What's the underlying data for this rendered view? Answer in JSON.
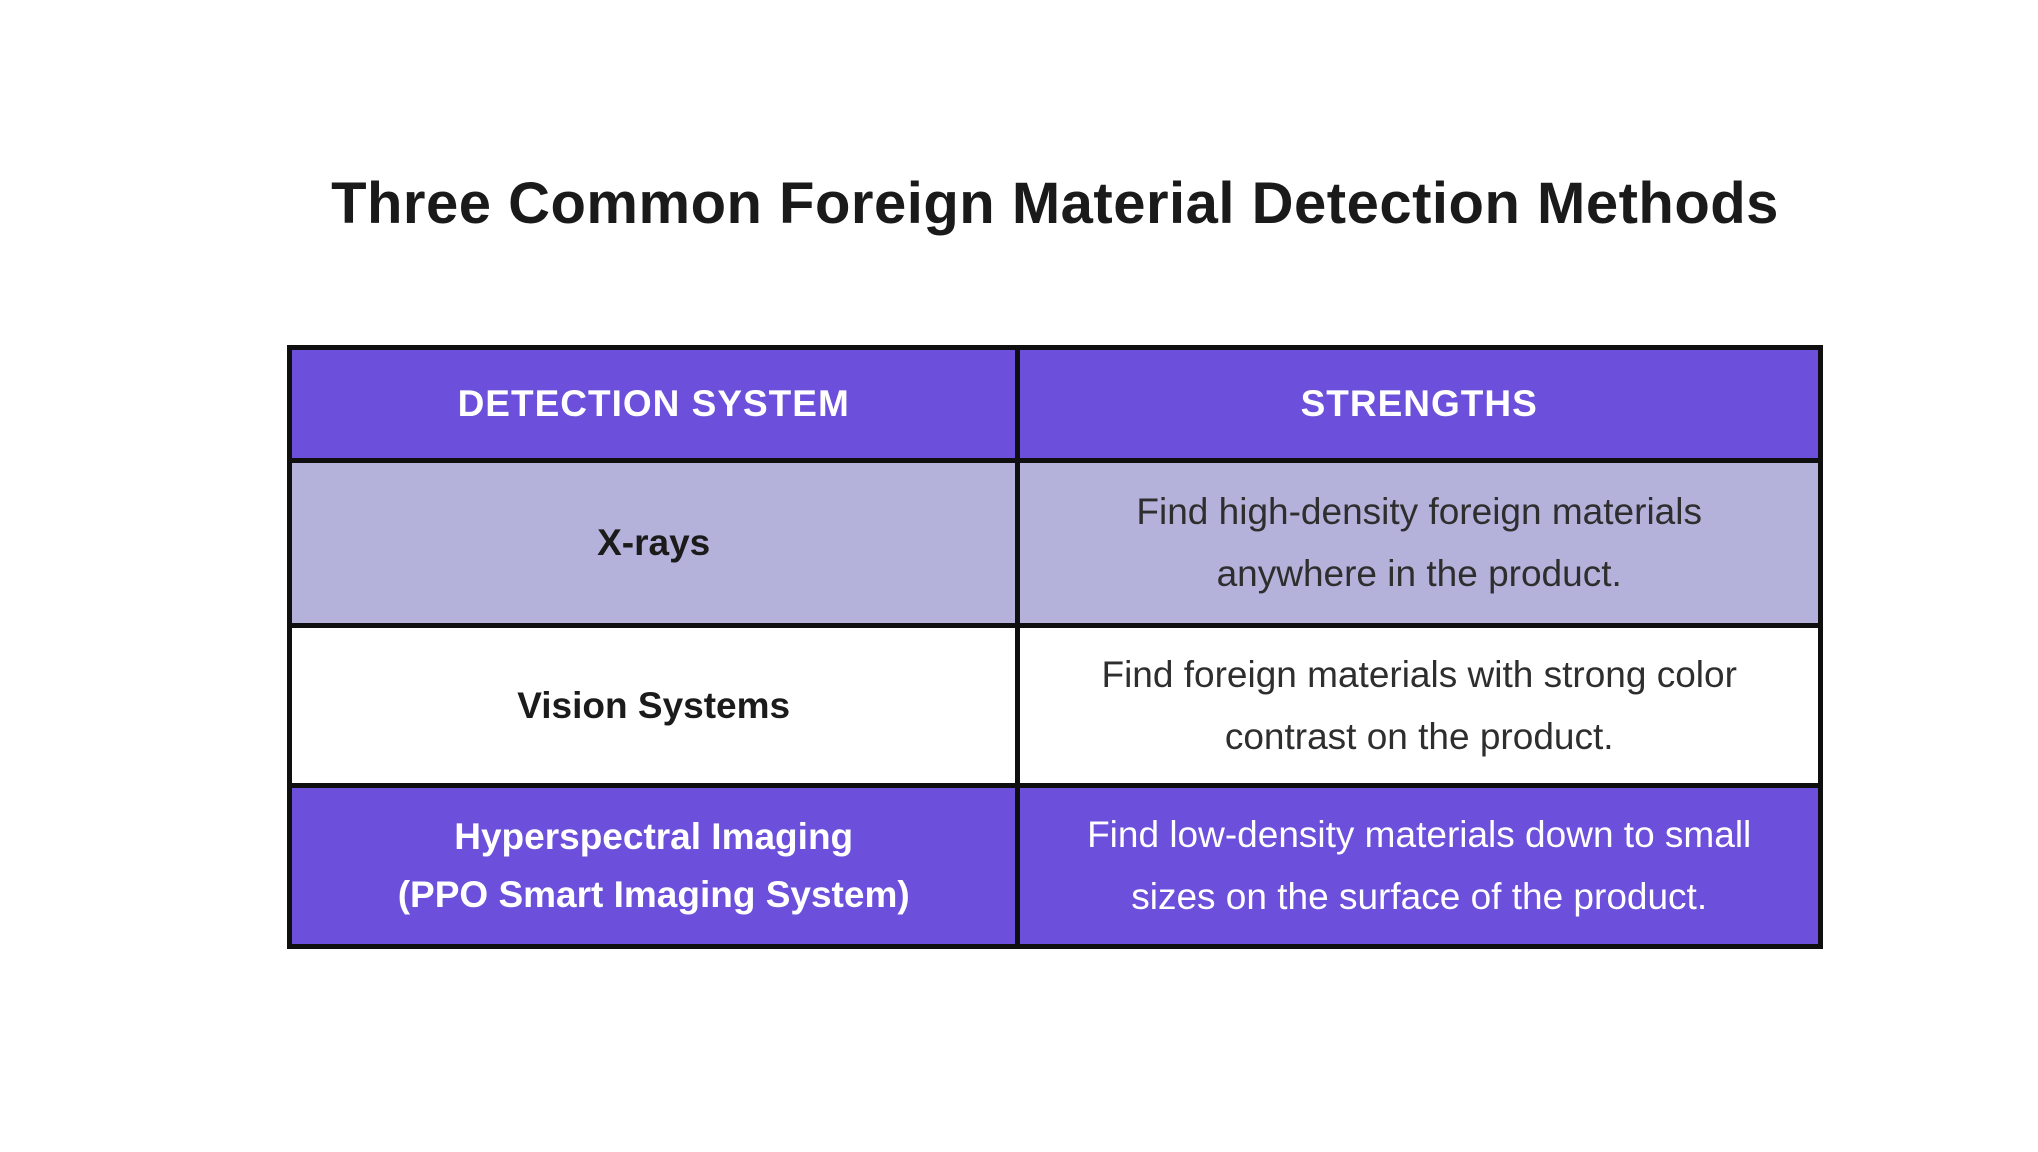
{
  "page": {
    "title": "Three Common Foreign Material Detection Methods",
    "background": "#ffffff"
  },
  "table": {
    "columns": [
      {
        "label": "DETECTION SYSTEM"
      },
      {
        "label": "STRENGTHS"
      }
    ],
    "rows": [
      {
        "system": "X-rays",
        "strength": "Find high-density foreign materials anywhere in the product.",
        "strength_lines": [
          "Find high-density foreign materials",
          "anywhere in the product."
        ],
        "row_bg": "#B4B2DB"
      },
      {
        "system": "Vision Systems",
        "strength": "Find foreign materials with strong color contrast on the product.",
        "strength_lines": [
          "Find foreign materials with strong color",
          "contrast on the product."
        ],
        "row_bg": "#ffffff"
      },
      {
        "system": "Hyperspectral Imaging (PPO Smart Imaging System)",
        "system_lines": [
          "Hyperspectral Imaging",
          "(PPO Smart Imaging System)"
        ],
        "strength": "Find low-density materials down to small sizes on the surface of the product.",
        "strength_lines": [
          "Find low-density materials down to small",
          "sizes on the surface of the product."
        ],
        "row_bg": "#6C50DC"
      }
    ],
    "colors": {
      "header_bg": "#6C50DC",
      "header_text": "#ffffff",
      "light_row_bg": "#B4B2DB",
      "white_row_bg": "#ffffff",
      "purple_row_bg": "#6C50DC",
      "purple_row_text": "#ffffff",
      "border": "#0f0f0f",
      "body_text": "#2e2e2e",
      "title_text": "#1a1a1a"
    }
  },
  "chart_data": {
    "type": "table",
    "title": "Three Common Foreign Material Detection Methods",
    "columns": [
      "DETECTION SYSTEM",
      "STRENGTHS"
    ],
    "rows": [
      [
        "X-rays",
        "Find high-density foreign materials anywhere in the product."
      ],
      [
        "Vision Systems",
        "Find foreign materials with strong color contrast on the product."
      ],
      [
        "Hyperspectral Imaging (PPO Smart Imaging System)",
        "Find low-density materials down to small sizes on the surface of the product."
      ]
    ]
  }
}
